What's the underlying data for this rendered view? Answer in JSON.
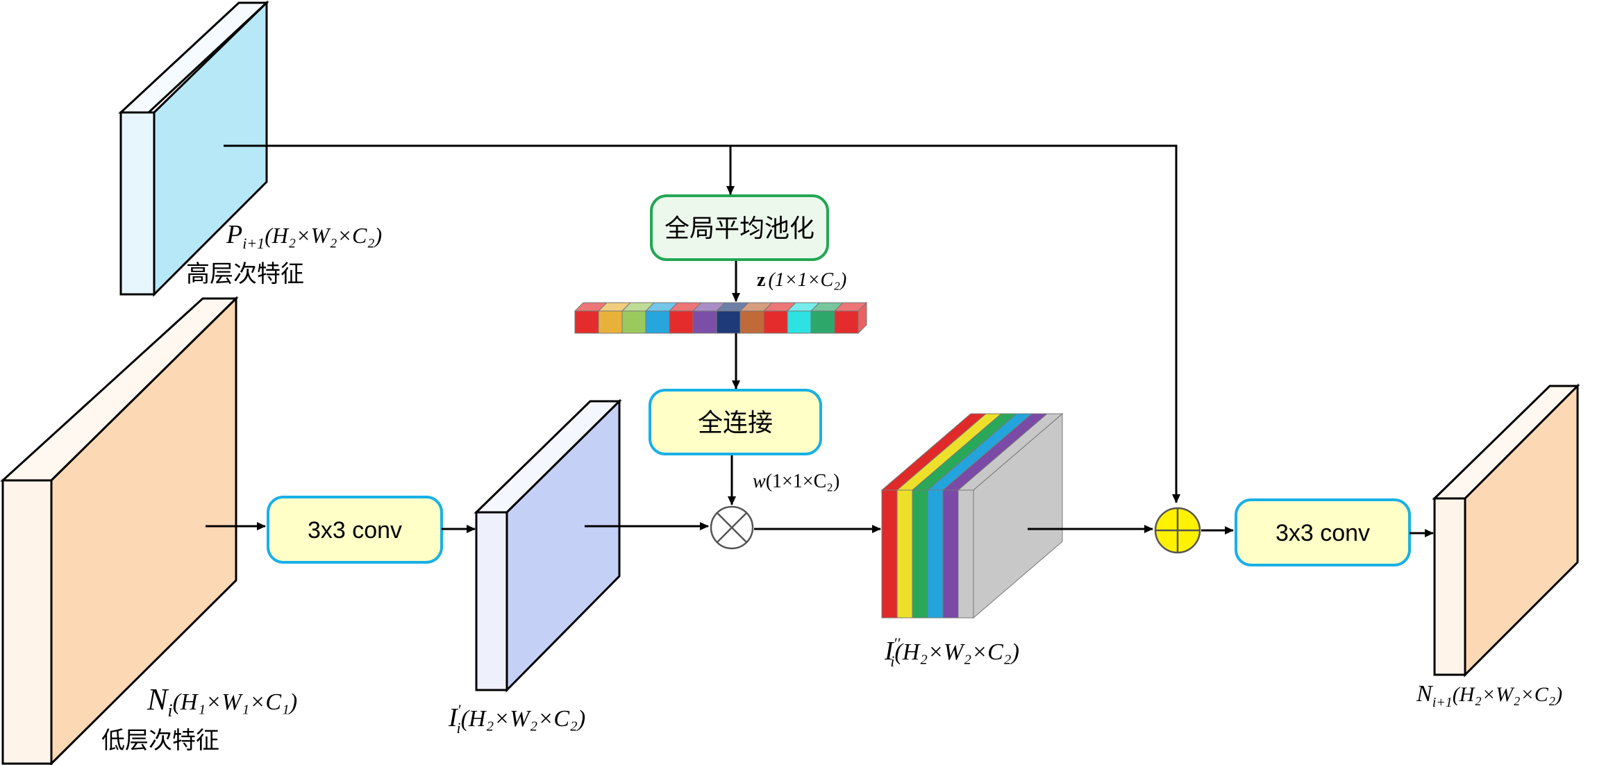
{
  "nodes": {
    "high_feature": {
      "math_main": "P",
      "math_sub": "i+1",
      "dims": "(H₂×W₂×C₂)",
      "caption": "高层次特征",
      "face_color": "#b6e8f8",
      "side_color": "#e7f6fd"
    },
    "low_feature": {
      "math_main": "N",
      "math_sub": "i",
      "dims": "(H₁×W₁×C₁)",
      "caption": "低层次特征",
      "face_color": "#fcd8b5",
      "side_color": "#fff4ea"
    },
    "conv1": {
      "label": "3x3 conv",
      "fill": "#ffffc8",
      "border": "#19b0e6"
    },
    "i_prime": {
      "math_main": "I",
      "math_sup": "′",
      "math_sub": "i",
      "dims": "(H₂×W₂×C₂)",
      "face_color": "#c4d0f6",
      "side_color": "#eef1fc"
    },
    "gap": {
      "label": "全局平均池化",
      "fill": "#ecf8ec",
      "border": "#23a655"
    },
    "z_vector": {
      "math_main": "z",
      "dims": "(1×1×C₂)",
      "cells": [
        "#e42c2c",
        "#e8b23a",
        "#9cc95e",
        "#27a6de",
        "#e42c2c",
        "#7b4fa8",
        "#1f3a78",
        "#c06a3a",
        "#e42c2c",
        "#2ee2e2",
        "#2ea86a",
        "#e42c2c"
      ]
    },
    "fc": {
      "label": "全连接",
      "fill": "#ffffc8",
      "border": "#19b0e6"
    },
    "w_label": {
      "math_main": "w",
      "dims": "(1×1×C₂)"
    },
    "i_double": {
      "math_main": "I",
      "math_sup": "′′",
      "math_sub": "i",
      "dims": "(H₂×W₂×C₂)",
      "slices": [
        "#e02a2a",
        "#ece02a",
        "#2aa85a",
        "#24a4dc",
        "#7a4aa6",
        "#c8c8c8"
      ]
    },
    "conv2": {
      "label": "3x3 conv",
      "fill": "#ffffc8",
      "border": "#19b0e6"
    },
    "add_node": {
      "fill": "#fff200"
    },
    "output": {
      "math_main": "N",
      "math_sub": "i+1",
      "dims": "(H₂×W₂×C₂)",
      "face_color": "#fcd8b5",
      "side_color": "#fff4ea"
    }
  }
}
